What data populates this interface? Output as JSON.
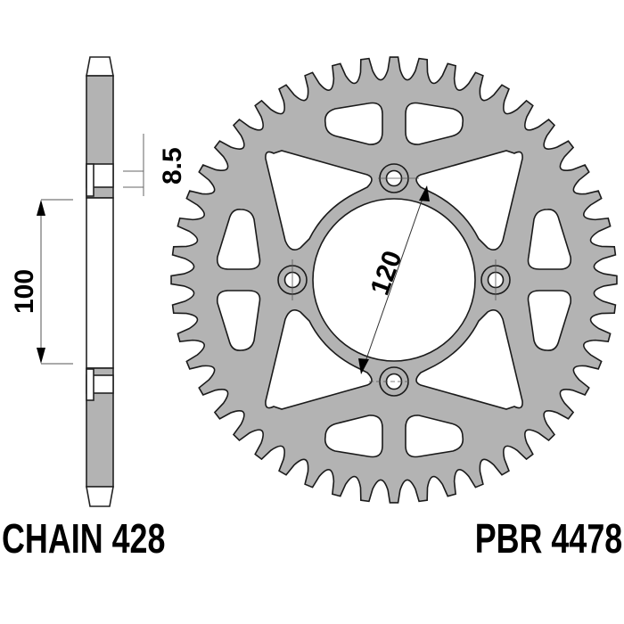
{
  "labels": {
    "chain": "CHAIN 428",
    "part_number": "PBR 4478"
  },
  "dimensions": {
    "flange_thickness": "8.5",
    "hub_height": "100",
    "bolt_circle": "120"
  },
  "sprocket": {
    "teeth": 48,
    "bolt_holes": 4,
    "fill_color": "#b3b3b3",
    "stroke_color": "#1a1a1a"
  }
}
